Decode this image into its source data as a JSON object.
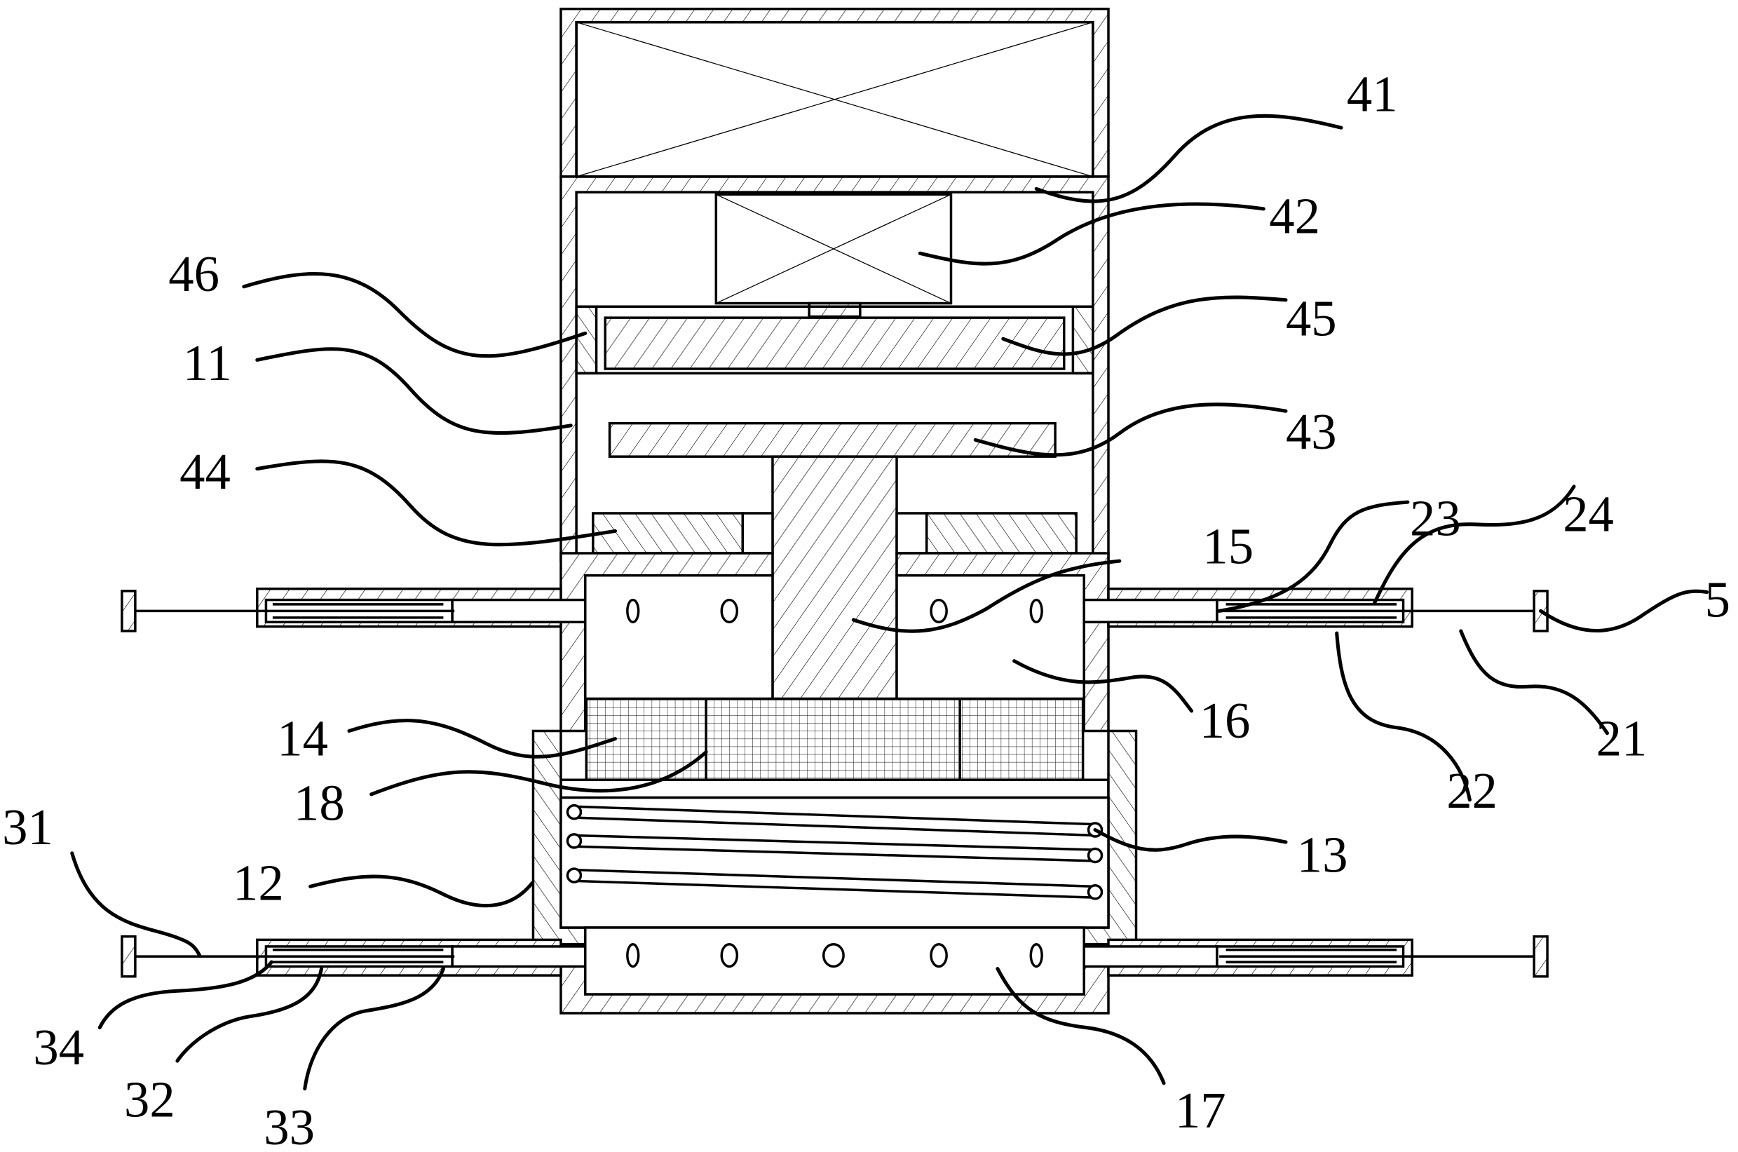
{
  "figure": {
    "title": "Cross-sectional schematic of device",
    "labels": [
      {
        "id": "41",
        "text": "41"
      },
      {
        "id": "42",
        "text": "42"
      },
      {
        "id": "46",
        "text": "46"
      },
      {
        "id": "45",
        "text": "45"
      },
      {
        "id": "11",
        "text": "11"
      },
      {
        "id": "43",
        "text": "43"
      },
      {
        "id": "44",
        "text": "44"
      },
      {
        "id": "23",
        "text": "23"
      },
      {
        "id": "24",
        "text": "24"
      },
      {
        "id": "15",
        "text": "15"
      },
      {
        "id": "5",
        "text": "5"
      },
      {
        "id": "16",
        "text": "16"
      },
      {
        "id": "21",
        "text": "21"
      },
      {
        "id": "22",
        "text": "22"
      },
      {
        "id": "14",
        "text": "14"
      },
      {
        "id": "18",
        "text": "18"
      },
      {
        "id": "13",
        "text": "13"
      },
      {
        "id": "31",
        "text": "31"
      },
      {
        "id": "12",
        "text": "12"
      },
      {
        "id": "34",
        "text": "34"
      },
      {
        "id": "32",
        "text": "32"
      },
      {
        "id": "33",
        "text": "33"
      },
      {
        "id": "17",
        "text": "17"
      }
    ]
  }
}
